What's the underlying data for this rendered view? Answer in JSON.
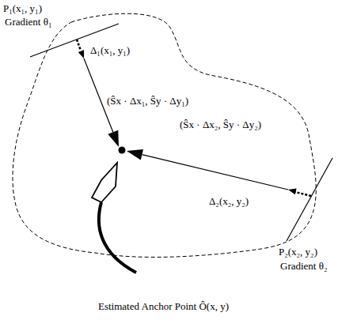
{
  "diagram": {
    "labels": [
      "P₁(x₁, y₁)",
      "Gradient θ₁",
      "Δ₁(x₁, y₁)",
      "(Ŝx · Δx₁, Ŝy · Δy₁)",
      "(Ŝx · Δx₂, Ŝy · Δy₂)",
      "Δ₂(x₂, y₂)",
      "P₂(x₂, y₂)",
      "Gradient θ₂",
      "Estimated Anchor Point Ô(x, y)"
    ]
  }
}
